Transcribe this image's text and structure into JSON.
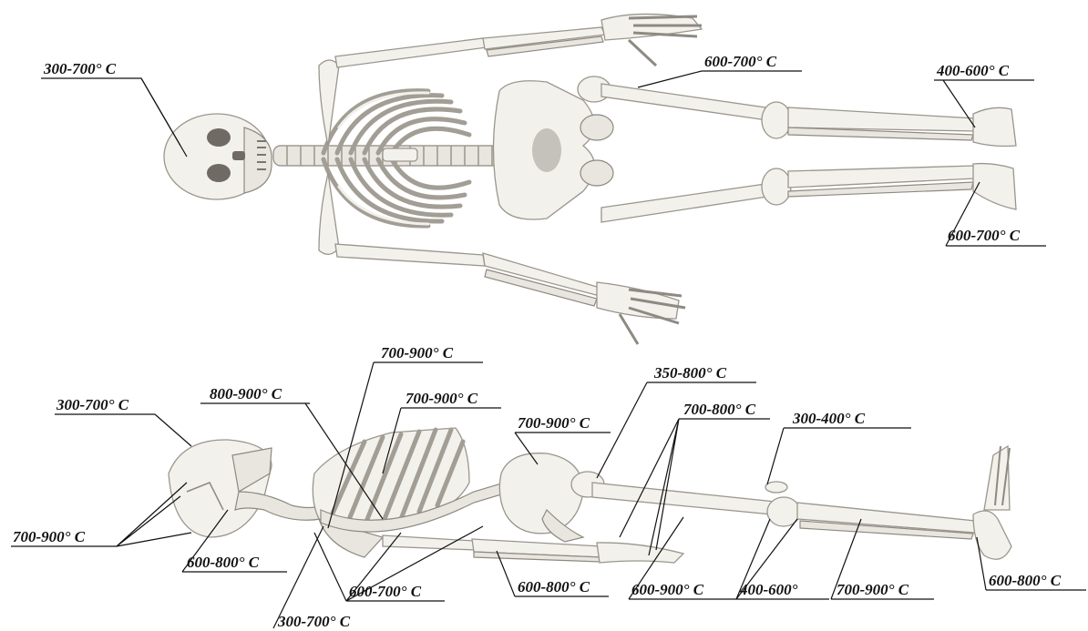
{
  "labels": [
    {
      "id": "l1",
      "text": "300-700° C"
    },
    {
      "id": "l2",
      "text": "600-700° C"
    },
    {
      "id": "l3",
      "text": "400-600° C"
    },
    {
      "id": "l4",
      "text": "600-700° C"
    },
    {
      "id": "l5",
      "text": "700-900° C"
    },
    {
      "id": "l6",
      "text": "800-900° C"
    },
    {
      "id": "l7",
      "text": "700-900° C"
    },
    {
      "id": "l8",
      "text": "350-800° C"
    },
    {
      "id": "l9",
      "text": "300-700° C"
    },
    {
      "id": "l10",
      "text": "700-900° C"
    },
    {
      "id": "l11",
      "text": "700-800° C"
    },
    {
      "id": "l12",
      "text": "300-400° C"
    },
    {
      "id": "l13",
      "text": "700-900° C"
    },
    {
      "id": "l14",
      "text": "600-800° C"
    },
    {
      "id": "l15",
      "text": "600-700° C"
    },
    {
      "id": "l16",
      "text": "600-800° C"
    },
    {
      "id": "l17",
      "text": "600-900° C"
    },
    {
      "id": "l18",
      "text": "400-600°"
    },
    {
      "id": "l19",
      "text": "700-900° C"
    },
    {
      "id": "l20",
      "text": "600-800° C"
    },
    {
      "id": "l21",
      "text": "300-700° C"
    }
  ]
}
